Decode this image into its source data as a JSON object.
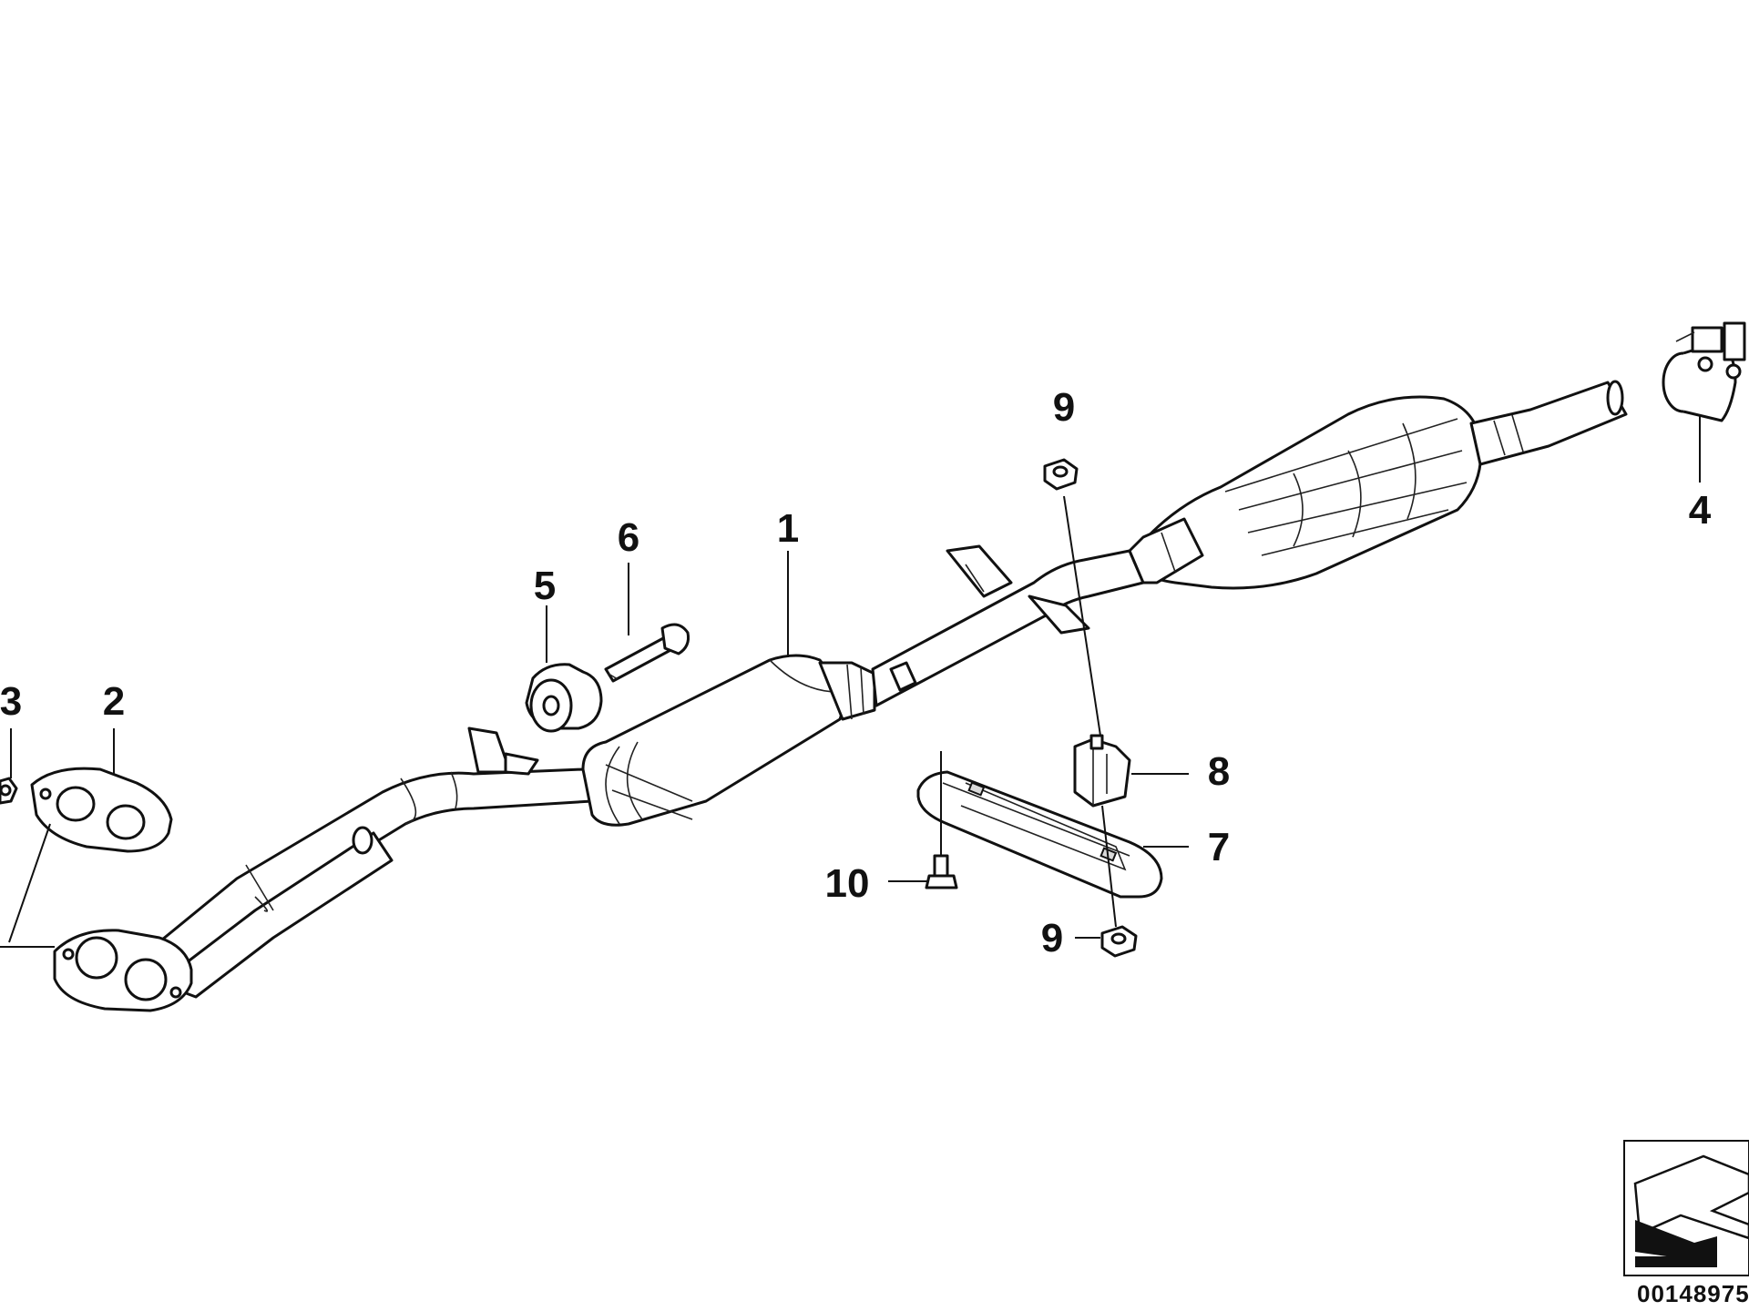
{
  "diagram": {
    "callouts": [
      {
        "id": "callout-1",
        "label": "1"
      },
      {
        "id": "callout-2",
        "label": "2"
      },
      {
        "id": "callout-3",
        "label": "3"
      },
      {
        "id": "callout-4",
        "label": "4"
      },
      {
        "id": "callout-5",
        "label": "5"
      },
      {
        "id": "callout-6",
        "label": "6"
      },
      {
        "id": "callout-7",
        "label": "7"
      },
      {
        "id": "callout-8",
        "label": "8"
      },
      {
        "id": "callout-9-top",
        "label": "9"
      },
      {
        "id": "callout-9-bottom",
        "label": "9"
      },
      {
        "id": "callout-10",
        "label": "10"
      }
    ],
    "diagram_number": "00148975"
  }
}
